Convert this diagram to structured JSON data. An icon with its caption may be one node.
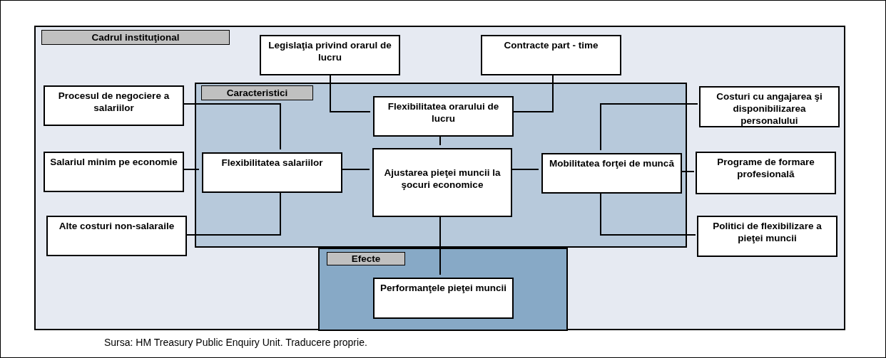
{
  "diagram": {
    "caption": "Sursa: HM Treasury Public Enquiry Unit. Traducere proprie.",
    "nodes": [
      {
        "text": [
          "Cadrul instituţional"
        ]
      },
      {
        "text": [
          "Legislaţia privind orarul de lucru"
        ],
        "in": 0
      },
      {
        "text": [
          "Contracte part - time"
        ],
        "in": 0
      },
      {
        "text": [
          "Caracteristici"
        ],
        "in": 0
      },
      {
        "text": [
          "Procesul de negociere a salariilor"
        ],
        "in": 0
      },
      {
        "text": [
          "Flexibilitatea orarului de lucru"
        ],
        "in": 3
      },
      {
        "text": [
          "Costuri cu angajarea şi disponibilizarea personalului"
        ],
        "in": 0
      },
      {
        "text": [
          "Salariul minim pe economie"
        ],
        "in": 0
      },
      {
        "text": [
          "Flexibilitatea salariilor"
        ],
        "in": 3
      },
      {
        "text": [
          "Ajustarea pieţei muncii la şocuri economice"
        ],
        "in": 3
      },
      {
        "text": [
          "Mobilitatea forţei de muncă"
        ],
        "in": 3
      },
      {
        "text": [
          "Programe de formare profesională"
        ],
        "in": 0
      },
      {
        "text": [
          "Alte costuri non-salaraile"
        ],
        "in": 0
      },
      {
        "text": [
          "Politici de flexibilizare a pieţei muncii"
        ],
        "in": 0
      },
      {
        "text": [
          "Efecte"
        ],
        "in": 0
      },
      {
        "text": [
          "Performanţele pieţei muncii"
        ],
        "in": 14
      }
    ],
    "edges": [
      {
        "from": 1,
        "to": 5,
        "arrow": "none"
      },
      {
        "from": 2,
        "to": 5,
        "arrow": "none"
      },
      {
        "from": 4,
        "to": 8,
        "arrow": "none"
      },
      {
        "from": 7,
        "to": 8,
        "arrow": "none"
      },
      {
        "from": 12,
        "to": 8,
        "arrow": "none"
      },
      {
        "from": 5,
        "to": 9,
        "arrow": "none"
      },
      {
        "from": 8,
        "to": 9,
        "arrow": "none"
      },
      {
        "from": 9,
        "to": 10,
        "arrow": "none"
      },
      {
        "from": 6,
        "to": 10,
        "arrow": "none"
      },
      {
        "from": 11,
        "to": 10,
        "arrow": "none"
      },
      {
        "from": 13,
        "to": 10,
        "arrow": "none"
      },
      {
        "from": 9,
        "to": 15,
        "arrow": "none"
      }
    ]
  }
}
